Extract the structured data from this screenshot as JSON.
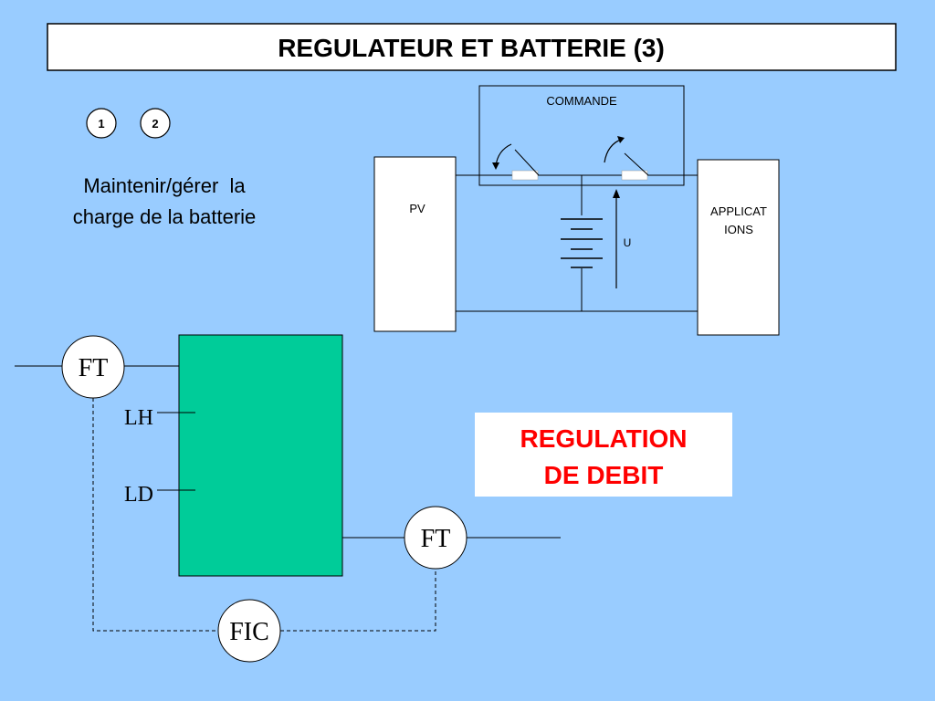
{
  "slide": {
    "title": "REGULATEUR ET BATTERIE (3)",
    "nav_buttons": [
      {
        "label": "1"
      },
      {
        "label": "2"
      }
    ],
    "description_line1": "Maintenir/gérer  la",
    "description_line2": "charge de la batterie",
    "regulation_box_line1": "REGULATION",
    "regulation_box_line2": "DE DEBIT"
  },
  "circuit": {
    "commande_label": "COMMANDE",
    "pv_label": "PV",
    "applications_line1": "APPLICAT",
    "applications_line2": "IONS",
    "voltage_label": "U"
  },
  "flow_diagram": {
    "ft_top_label": "FT",
    "ft_bottom_label": "FT",
    "fic_label": "FIC",
    "lh_label": "LH",
    "ld_label": "LD"
  },
  "colors": {
    "background": "#99ccff",
    "tank": "#00cc99",
    "regulation_text": "#ff0000"
  }
}
